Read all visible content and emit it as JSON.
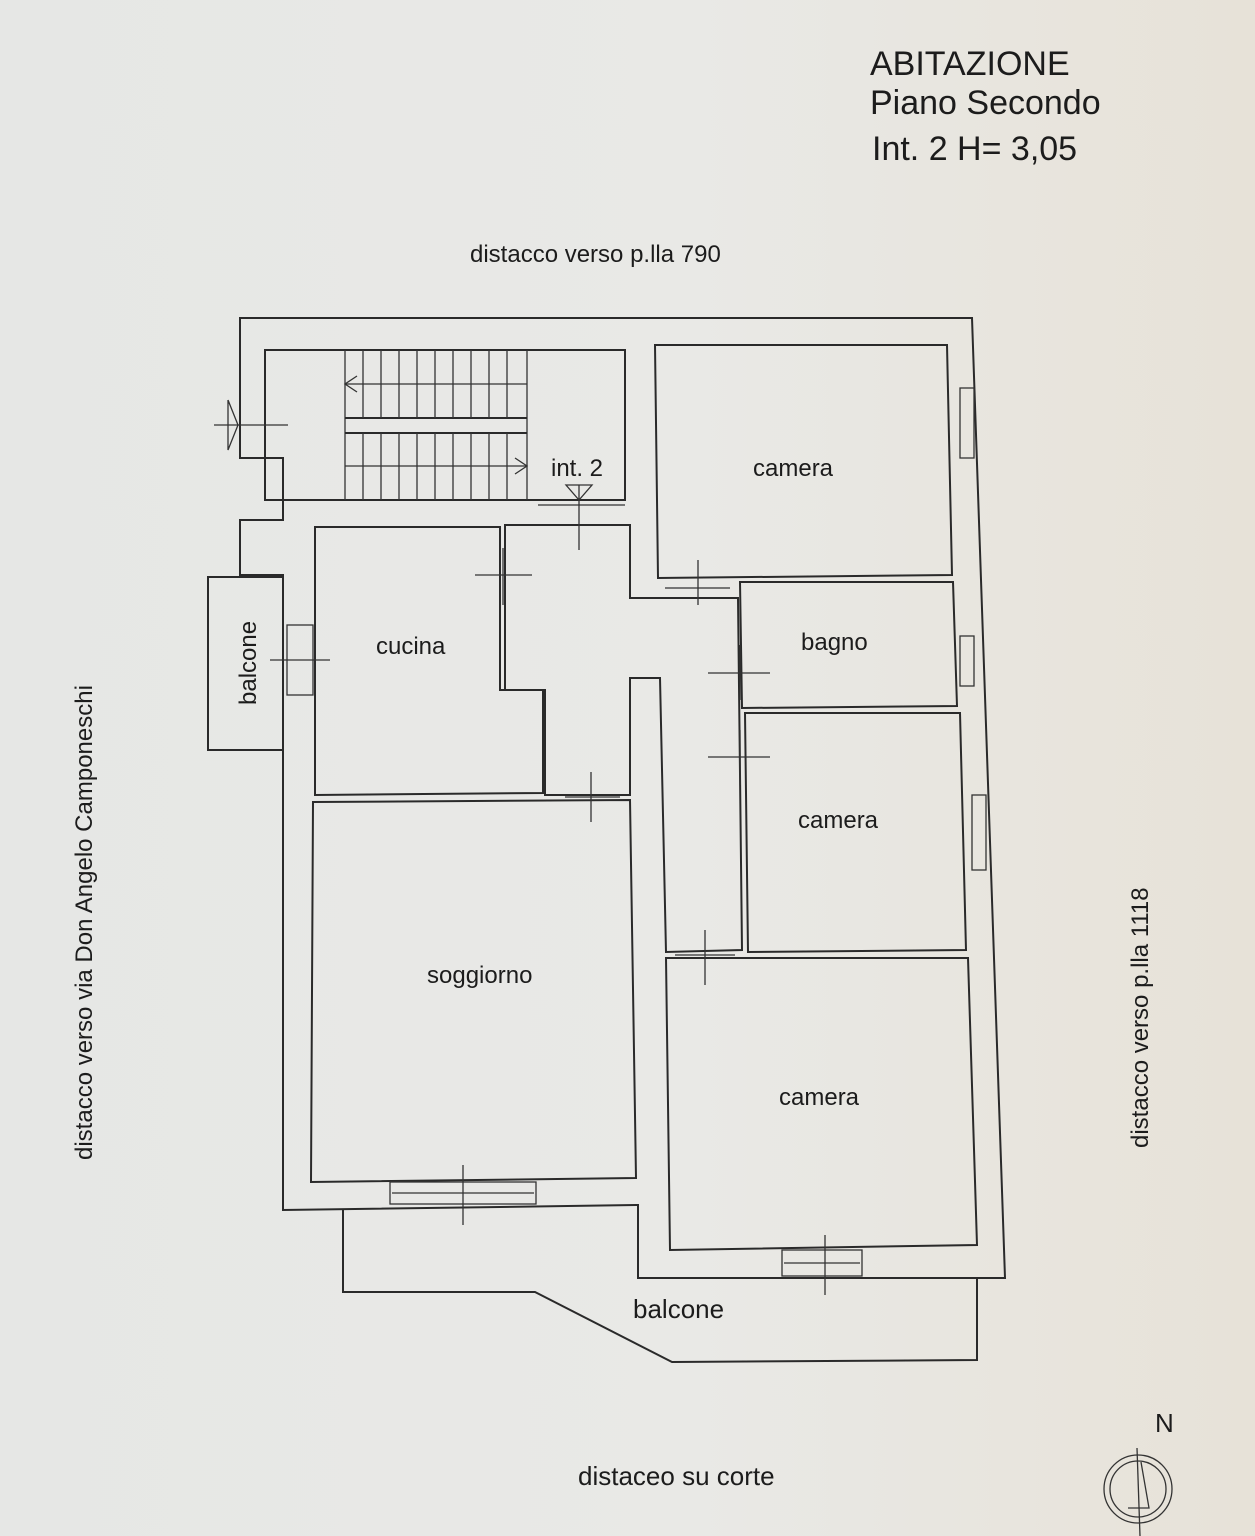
{
  "title": {
    "line1": "ABITAZIONE",
    "line2": "Piano Secondo",
    "line3": "Int. 2 H= 3,05"
  },
  "surroundings": {
    "top": "distacco verso p.lla 790",
    "left": "distacco verso via Don Angelo Camponeschi",
    "right": "distacco verso p.lla 1118",
    "bottom": "distaceo su corte"
  },
  "rooms": {
    "entrance": "int. 2",
    "camera_top": "camera",
    "bagno": "bagno",
    "cucina": "cucina",
    "balcone_left": "balcone",
    "camera_mid": "camera",
    "soggiorno": "soggiorno",
    "camera_bottom": "camera",
    "balcone_bottom": "balcone"
  },
  "north": "N"
}
